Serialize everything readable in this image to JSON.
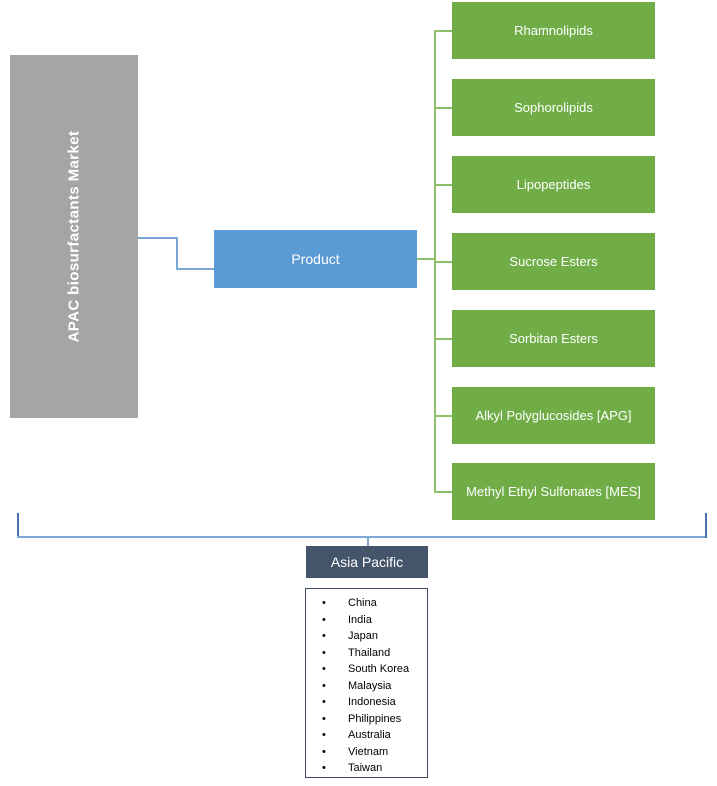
{
  "diagram": {
    "type": "market-segmentation-tree",
    "title": "APAC biosurfactants Market",
    "colors": {
      "root": "#A5A5A5",
      "branch": "#5B9BD5",
      "leaf": "#70AD47",
      "region_header": "#44546A",
      "blue_connector": "#7BA7D7",
      "green_connector": "#8FBF6B",
      "list_border": "#3A4A5C",
      "background": "#FFFFFF"
    }
  },
  "root": {
    "label": "APAC biosurfactants Market"
  },
  "branch": {
    "label": "Product"
  },
  "leaves": [
    {
      "label": "Rhamnolipids"
    },
    {
      "label": "Sophorolipids"
    },
    {
      "label": "Lipopeptides"
    },
    {
      "label": "Sucrose Esters"
    },
    {
      "label": "Sorbitan Esters"
    },
    {
      "label": "Alkyl Polyglucosides [APG]"
    },
    {
      "label": "Methyl Ethyl Sulfonates  [MES]"
    }
  ],
  "region": {
    "header": "Asia Pacific",
    "bullet": "•",
    "countries": [
      {
        "name": "China"
      },
      {
        "name": "India"
      },
      {
        "name": "Japan"
      },
      {
        "name": "Thailand"
      },
      {
        "name": "South Korea"
      },
      {
        "name": "Malaysia"
      },
      {
        "name": "Indonesia"
      },
      {
        "name": "Philippines"
      },
      {
        "name": "Australia"
      },
      {
        "name": "Vietnam"
      },
      {
        "name": "Taiwan"
      }
    ]
  }
}
